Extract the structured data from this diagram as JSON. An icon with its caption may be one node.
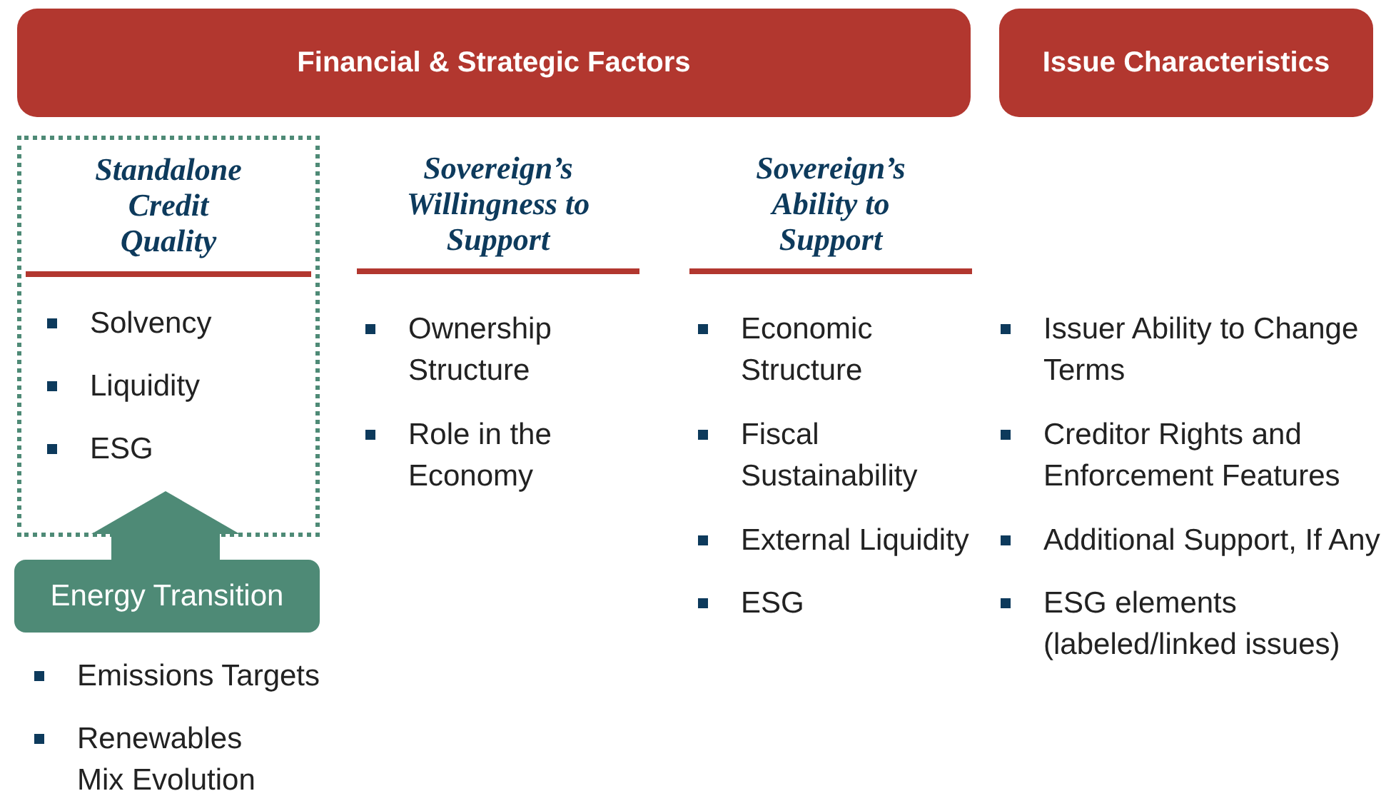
{
  "diagram": {
    "nodes": [
      {
        "text": [
          "Financial & Strategic Factors"
        ]
      },
      {
        "text": [
          "Issue Characteristics"
        ]
      },
      {
        "text": [
          "Standalone Credit Quality",
          "Solvency",
          "Liquidity",
          "ESG"
        ]
      },
      {
        "text": [
          "Energy Transition"
        ]
      }
    ],
    "edges": [
      {
        "from": 3,
        "to": 2,
        "arrow": "to"
      }
    ],
    "labels": [
      "Sovereign’s Willingness to Support",
      "Sovereign’s Ability to Support",
      "Ownership Structure",
      "Role in the Economy",
      "Economic Structure",
      "Fiscal Sustainability",
      "External Liquidity",
      "ESG",
      "Issuer Ability to Change Terms",
      "Creditor Rights and Enforcement Features",
      "Additional Support, If Any",
      "ESG elements (labeled/linked issues)",
      "Emissions Targets",
      "Renewables Mix Evolution"
    ]
  }
}
